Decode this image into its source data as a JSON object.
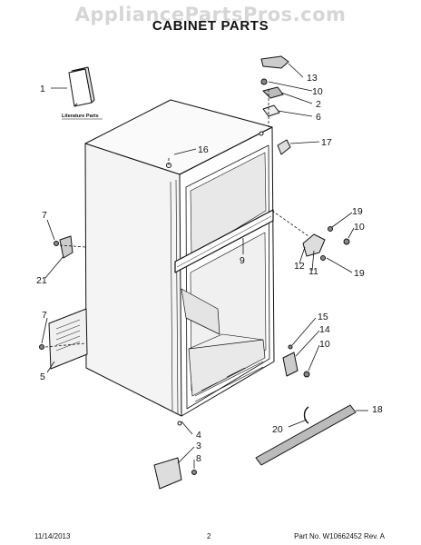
{
  "watermark": "AppliancePartsPros.com",
  "title": "CABINET PARTS",
  "literature_label": "Literature Parts",
  "callouts": [
    "1",
    "13",
    "10",
    "2",
    "6",
    "16",
    "17",
    "7",
    "21",
    "19",
    "10",
    "12",
    "11",
    "19",
    "9",
    "7",
    "5",
    "15",
    "14",
    "10",
    "4",
    "3",
    "8",
    "20",
    "18"
  ],
  "footer": {
    "date": "11/14/2013",
    "page": "2",
    "part_no": "Part No.  W10662452  Rev.  A"
  }
}
